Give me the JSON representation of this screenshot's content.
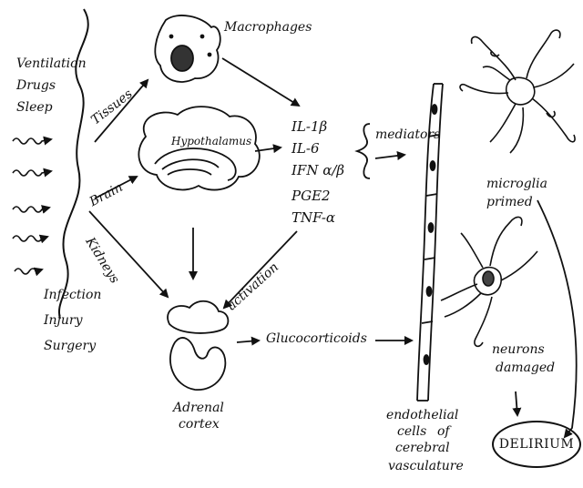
{
  "left_factors": [
    "Ventilation",
    "Drugs",
    "Sleep"
  ],
  "bottom_factors": [
    "Infection",
    "Injury",
    "Surgery"
  ],
  "pathways": {
    "tissues": "Tissues",
    "brain": "Brain",
    "kidneys": "Kidneys",
    "activation": "activation"
  },
  "nodes": {
    "macrophages": "Macrophages",
    "hypothalamus": "Hypothalamus",
    "adrenal": [
      "Adrenal",
      "cortex"
    ],
    "glucocorticoids": "Glucocorticoids",
    "mediators": "mediators",
    "microglia": [
      "microglia",
      "primed"
    ],
    "neurons": [
      "neurons",
      "damaged"
    ],
    "endothelial": [
      "endothelial",
      "cells",
      "of",
      "cerebral",
      "vasculature"
    ],
    "delirium": "DELIRIUM"
  },
  "mediators_list": [
    "IL-1β",
    "IL-6",
    "IFN α/β",
    "PGE2",
    "TNF-α"
  ]
}
